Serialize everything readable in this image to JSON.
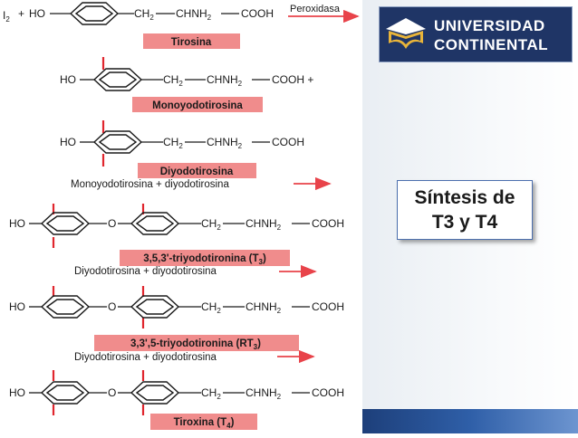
{
  "reaction1": {
    "reagent": "I",
    "reagent_sub": "2",
    "plus": "+",
    "ho": "HO",
    "ch2": "CH",
    "ch2_sub": "2",
    "chnh2": "CHNH",
    "chnh2_sub": "2",
    "cooh": "COOH",
    "enzyme": "Peroxidasa",
    "name": "Tirosina"
  },
  "compound2": {
    "ho": "HO",
    "ch2": "CH",
    "ch2_sub": "2",
    "chnh2": "CHNH",
    "chnh2_sub": "2",
    "cooh": "COOH +",
    "name": "Monoyodotirosina"
  },
  "compound3": {
    "ho": "HO",
    "ch2": "CH",
    "ch2_sub": "2",
    "chnh2": "CHNH",
    "chnh2_sub": "2",
    "cooh": "COOH",
    "name": "Diyodotirosina"
  },
  "reaction4": {
    "equation": "Monoyodotirosina + diyodotirosina"
  },
  "compound4": {
    "ho": "HO",
    "o": "O",
    "ch2": "CH",
    "ch2_sub": "2",
    "chnh2": "CHNH",
    "chnh2_sub": "2",
    "cooh": "COOH",
    "name": "3,5,3'-triyodotironina (T",
    "name_sub": "3",
    "name_end": ")"
  },
  "reaction5": {
    "equation": "Diyodotirosina + diyodotirosina"
  },
  "compound5": {
    "ho": "HO",
    "o": "O",
    "ch2": "CH",
    "ch2_sub": "2",
    "chnh2": "CHNH",
    "chnh2_sub": "2",
    "cooh": "COOH",
    "name": "3,3',5-triyodotironina (RT",
    "name_sub": "3",
    "name_end": ")"
  },
  "reaction6": {
    "equation": "Diyodotirosina + diyodotirosina"
  },
  "compound6": {
    "ho": "HO",
    "o": "O",
    "ch2": "CH",
    "ch2_sub": "2",
    "chnh2": "CHNH",
    "chnh2_sub": "2",
    "cooh": "COOH",
    "name": "Tiroxina (T",
    "name_sub": "4",
    "name_end": ")"
  },
  "logo": {
    "line1": "UNIVERSIDAD",
    "line2": "CONTINENTAL"
  },
  "title": {
    "line1": "Síntesis de",
    "line2": "T3 y T4"
  },
  "colors": {
    "label_bg": "#f08c8c",
    "arrow": "#e8434a",
    "iodine_mark": "#e0262e",
    "logo_bg": "#1f3566",
    "title_border": "#4c6fae"
  }
}
